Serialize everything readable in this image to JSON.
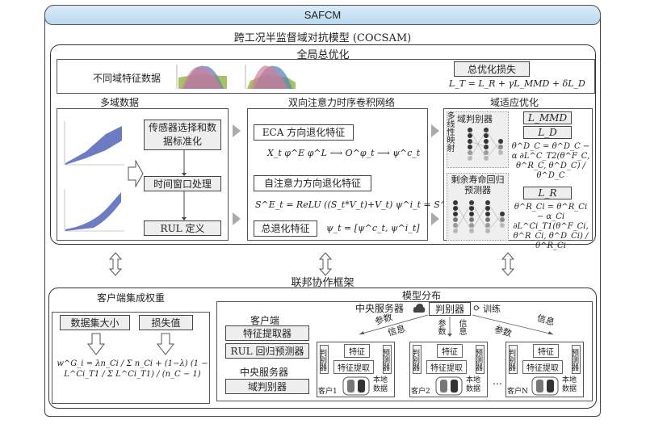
{
  "header": {
    "title": "SAFCM"
  },
  "model": {
    "title": "跨工况半监督域对抗模型 (COCSAM)"
  },
  "global": {
    "title": "全局总优化",
    "feature_label": "不同域特征数据",
    "loss_box": "总优化损失",
    "loss_formula": "L_T = L_R + γL_MMD + δL_D"
  },
  "multi_domain": {
    "title": "多域数据",
    "steps": [
      "传感器选择和数据标准化",
      "时间窗口处理",
      "RUL 定义"
    ]
  },
  "bitcn": {
    "title": "双向注意力时序卷积网络",
    "eca_label": "ECA 方向退化特征",
    "eca_formula": "X_t φ^E φ^L ⟶ O^φ_t ⟶ ψ^c_t",
    "sa_label": "自注意力方向退化特征",
    "sa_formula": "S^E_t = ReLU ((S_t*V_t)+V_t)     ψ^i_t = S^E_t",
    "total_label": "总退化特征",
    "total_formula": "ψ_t = [ψ^c_t, ψ^i_t]"
  },
  "domain_adapt": {
    "title": "域适应优化",
    "mapping_label": "多线性映射",
    "discriminator_label": "域判别器",
    "predictor_label": "剩余寿命回归预测器",
    "loss_mmd": "L_MMD",
    "loss_d": "L_D",
    "loss_r": "L_R",
    "update_d": "θ^D_C = θ^D_C − α ∂L^C_T2(θ^F_C, θ^R_C, θ^D_C) / θ^D_C",
    "update_r": "θ^R_Ci = θ^R_Ci − α_Ci ∂L^Ci_T1(θ^F_Ci, θ^R_Ci, θ^D_Ci) / θ^R_Ci"
  },
  "federated": {
    "title": "联邦协作框架",
    "weights": {
      "title": "客户端集成权重",
      "dataset_size": "数据集大小",
      "loss_value": "损失值",
      "formula": "w^G_i = λn_Ci / Σ n_Ci + (1−λ) (1 − L^Ci_T1 / Σ L^Ci_T1) / (n_C − 1)"
    },
    "distribution": {
      "title": "模型分布",
      "client_heading": "客户端",
      "client_items": [
        "特征提取器",
        "RUL 回归预测器"
      ],
      "server_heading": "中央服务器",
      "server_items": [
        "域判别器"
      ],
      "central_server": "中央服务器",
      "discriminator": "判别器",
      "train": "训练",
      "params": "参数",
      "info": "信息",
      "ellipsis": "…",
      "clients": [
        {
          "name": "客户1",
          "feature": "特征",
          "extract": "特征提取",
          "left": "判别器",
          "right": "预测器",
          "local": "本地数据"
        },
        {
          "name": "客户2",
          "feature": "特征",
          "extract": "特征提取",
          "left": "判别器",
          "right": "预测器",
          "local": "本地数据"
        },
        {
          "name": "客户N",
          "feature": "特征",
          "extract": "特征提取",
          "left": "判别器",
          "right": "预测器",
          "local": "本地数据"
        }
      ]
    }
  }
}
